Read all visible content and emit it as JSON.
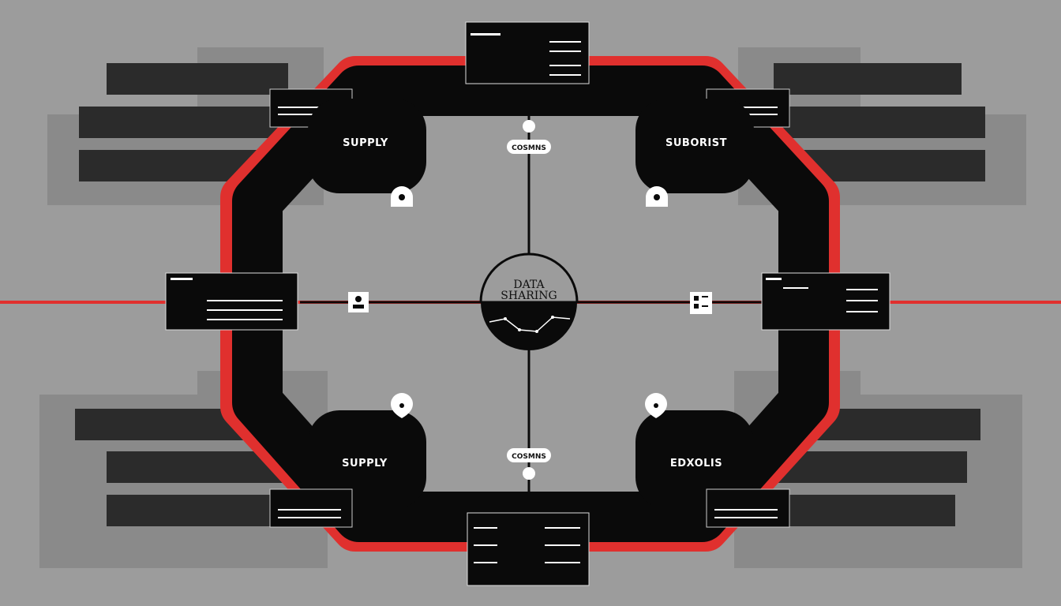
{
  "colors": {
    "background": "#9c9c9c",
    "ring": "#0a0a0a",
    "accent": "#e0302e",
    "panel": "#0a0a0a",
    "shadow": "#5c5c5c",
    "shadow_light": "#7d7d7d",
    "white": "#ffffff"
  },
  "center": {
    "line1": "DATA",
    "line2": "SHARING"
  },
  "nodes": {
    "top_left": "SUPPLY",
    "top_right": "SUBORIST",
    "bottom_left": "SUPPLY",
    "bottom_right": "EDXOLIS"
  },
  "pills": {
    "top": "COSMNS",
    "bottom": "COSMNS"
  },
  "icons": [
    "lock-icon",
    "user-icon",
    "database-icon",
    "pin-icon",
    "document-icon"
  ]
}
